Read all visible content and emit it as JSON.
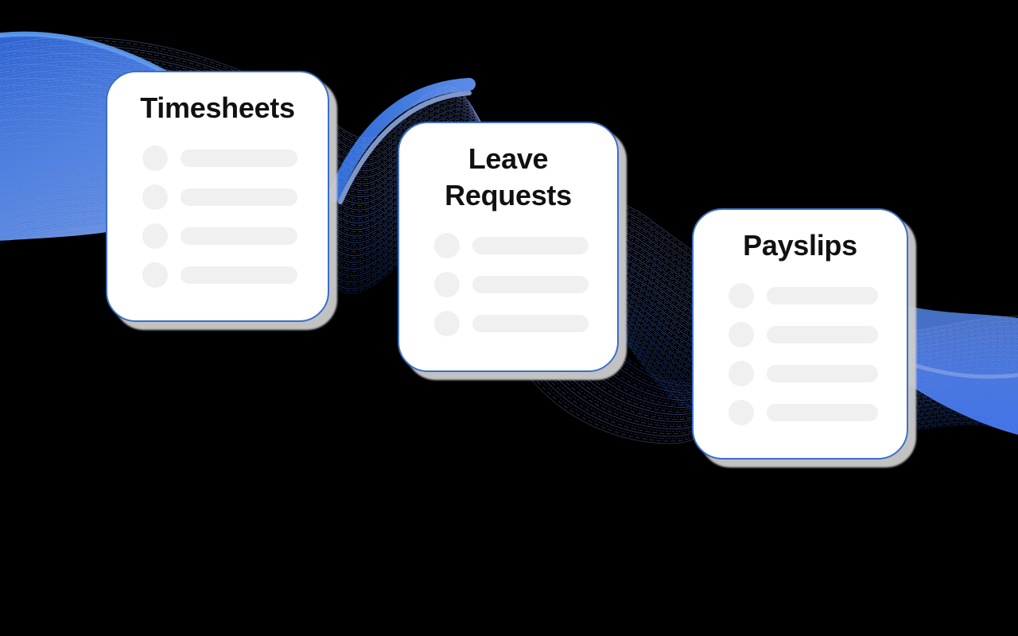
{
  "colors": {
    "background": "#000000",
    "card_bg": "#ffffff",
    "card_border": "#3b6fc5",
    "card_shadow": "#cccccc",
    "skeleton": "#f0f0f0",
    "title_text": "#111111",
    "wave_deep_blue": "#2e6be8",
    "wave_azure": "#3b82f6",
    "wave_lavender": "#8fa2f4",
    "wave_swirl_light": "#8b96ec",
    "wave_swirl_dark": "#4a5ce0"
  },
  "cards": [
    {
      "id": "timesheets",
      "title": "Timesheets",
      "skeleton_rows": 4
    },
    {
      "id": "leave-requests",
      "title": "Leave Requests",
      "skeleton_rows": 3
    },
    {
      "id": "payslips",
      "title": "Payslips",
      "skeleton_rows": 4
    }
  ]
}
